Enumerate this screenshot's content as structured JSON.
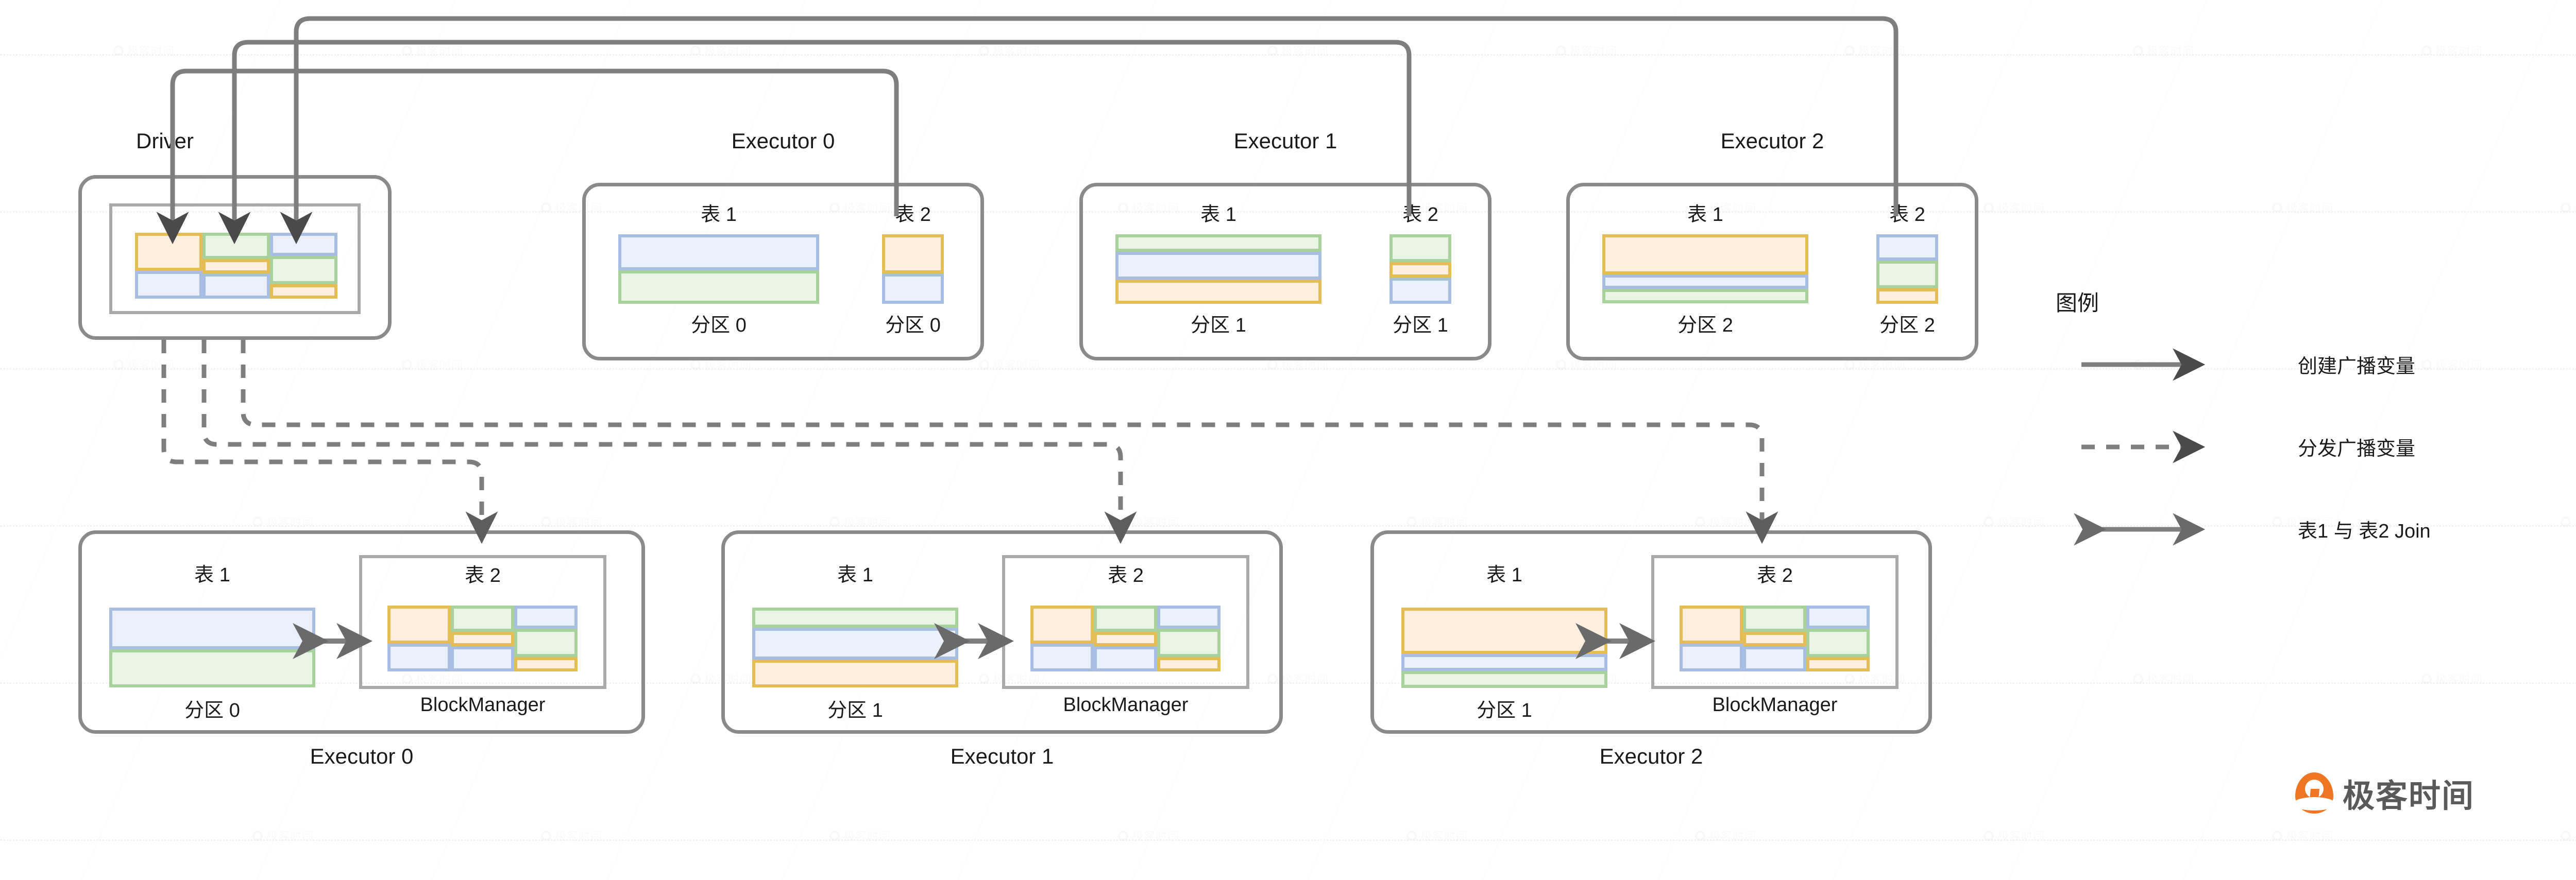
{
  "diagram": {
    "title": "Spark Broadcast Join Diagram",
    "labels": {
      "table1": "表 1",
      "table2": "表 2",
      "block_manager": "BlockManager"
    },
    "colors": {
      "orange_border": "#e5bd56",
      "orange_fill": "#fdeedd",
      "green_border": "#a9d19b",
      "green_fill": "#eaf4e6",
      "blue_border": "#a7bee2",
      "blue_fill": "#eaf0fa",
      "box_border": "#8a8a8a",
      "inner_border": "#a9a9a9",
      "wire": "#7e7e7e",
      "brand": "#ee7623"
    }
  },
  "driver": {
    "title": "Driver",
    "grid_columns": [
      {
        "cells": [
          {
            "color": "orange",
            "weight": 58
          },
          {
            "color": "blue",
            "weight": 42
          }
        ]
      },
      {
        "cells": [
          {
            "color": "green",
            "weight": 40
          },
          {
            "color": "orange",
            "weight": 22
          },
          {
            "color": "blue",
            "weight": 38
          }
        ]
      },
      {
        "cells": [
          {
            "color": "blue",
            "weight": 35
          },
          {
            "color": "green",
            "weight": 43
          },
          {
            "color": "orange",
            "weight": 22
          }
        ]
      }
    ]
  },
  "top_executors": [
    {
      "title": "Executor 0",
      "table1_label": "表 1",
      "table2_label": "表 2",
      "partition1_label": "分区 0",
      "partition2_label": "分区 0",
      "table1_rows": [
        {
          "color": "blue",
          "weight": 52
        },
        {
          "color": "green",
          "weight": 48
        }
      ],
      "table2_rows": [
        {
          "color": "orange",
          "weight": 56
        },
        {
          "color": "blue",
          "weight": 44
        }
      ]
    },
    {
      "title": "Executor 1",
      "table1_label": "表 1",
      "table2_label": "表 2",
      "partition1_label": "分区 1",
      "partition2_label": "分区 1",
      "table1_rows": [
        {
          "color": "green",
          "weight": 25
        },
        {
          "color": "blue",
          "weight": 40
        },
        {
          "color": "orange",
          "weight": 35
        }
      ],
      "table2_rows": [
        {
          "color": "green",
          "weight": 40
        },
        {
          "color": "orange",
          "weight": 22
        },
        {
          "color": "blue",
          "weight": 38
        }
      ]
    },
    {
      "title": "Executor 2",
      "table1_label": "表 1",
      "table2_label": "表 2",
      "partition1_label": "分区 2",
      "partition2_label": "分区 2",
      "table1_rows": [
        {
          "color": "orange",
          "weight": 58
        },
        {
          "color": "blue",
          "weight": 21
        },
        {
          "color": "green",
          "weight": 21
        }
      ],
      "table2_rows": [
        {
          "color": "blue",
          "weight": 38
        },
        {
          "color": "green",
          "weight": 40
        },
        {
          "color": "orange",
          "weight": 22
        }
      ]
    }
  ],
  "bottom_executors": [
    {
      "title": "Executor 0",
      "table1_label": "表 1",
      "table2_label": "表 2",
      "partition_label": "分区 0",
      "block_manager_label": "BlockManager",
      "table1_rows": [
        {
          "color": "blue",
          "weight": 52
        },
        {
          "color": "green",
          "weight": 48
        }
      ]
    },
    {
      "title": "Executor 1",
      "table1_label": "表 1",
      "table2_label": "表 2",
      "partition_label": "分区 1",
      "block_manager_label": "BlockManager",
      "table1_rows": [
        {
          "color": "green",
          "weight": 25
        },
        {
          "color": "blue",
          "weight": 40
        },
        {
          "color": "orange",
          "weight": 35
        }
      ]
    },
    {
      "title": "Executor 2",
      "table1_label": "表 1",
      "table2_label": "表 2",
      "partition_label": "分区 1",
      "block_manager_label": "BlockManager",
      "table1_rows": [
        {
          "color": "orange",
          "weight": 58
        },
        {
          "color": "blue",
          "weight": 21
        },
        {
          "color": "green",
          "weight": 21
        }
      ]
    }
  ],
  "legend": {
    "title": "图例",
    "items": [
      {
        "style": "solid-arrow",
        "label": "创建广播变量"
      },
      {
        "style": "dashed-arrow",
        "label": "分发广播变量"
      },
      {
        "style": "double-arrow",
        "label": "表1 与 表2 Join"
      }
    ]
  },
  "brand": {
    "text": "极客时间"
  },
  "watermark": {
    "text": "极客时间"
  }
}
